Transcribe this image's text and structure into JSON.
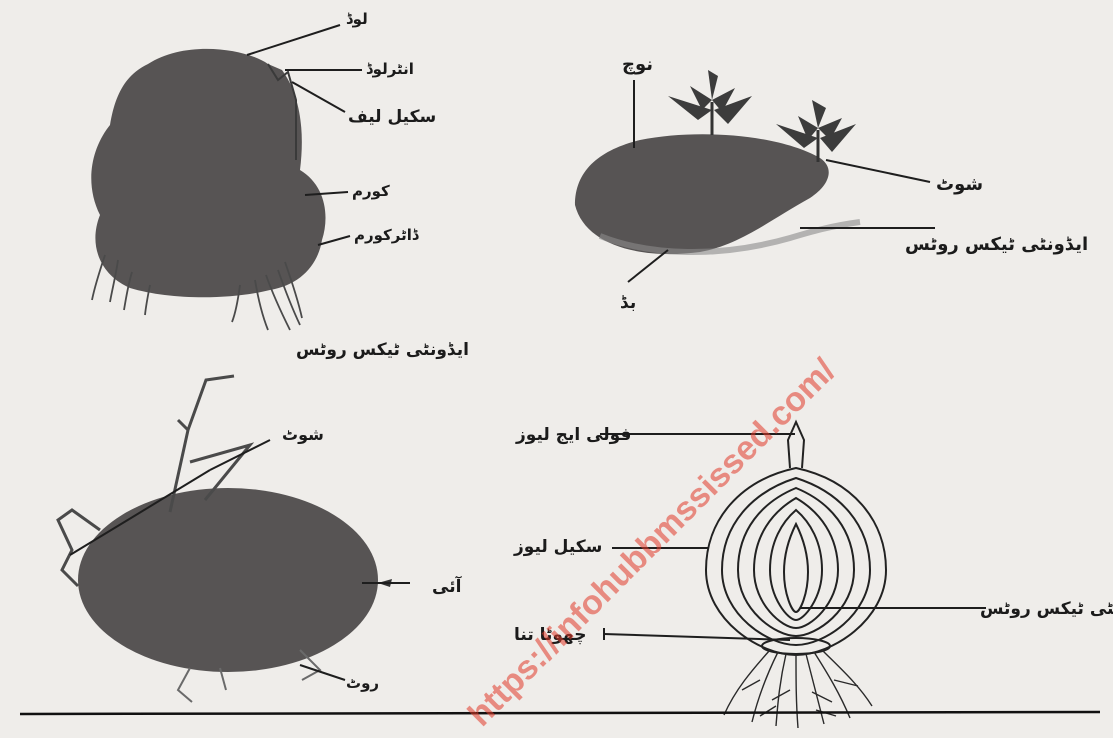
{
  "diagram_corm": {
    "labels": {
      "top": "لوڈ",
      "inner": "انٹرلوڈ",
      "scale_leaf": "سکیل لیف",
      "corm": "کورم",
      "daughter_corm": "ڈاٹرکورم",
      "roots": "ایڈونٹی ٹیکس روٹس"
    }
  },
  "diagram_sweet_potato": {
    "labels": {
      "tuber": "نوچ",
      "shoot": "شوٹ",
      "roots": "ایڈونٹی ٹیکس روٹس",
      "base": "بڈ"
    }
  },
  "diagram_potato": {
    "labels": {
      "shoot": "شوٹ",
      "eye": "آئی",
      "root": "روٹ"
    }
  },
  "diagram_onion": {
    "labels": {
      "foliage": "فولی ایج لیوز",
      "scale_leaves": "سکیل لیوز",
      "roots": "ایڈونٹی ٹیکس روٹس",
      "stem": "چھوٹا تنا"
    }
  },
  "watermark": "https://infohubbmssissed.com/",
  "colors": {
    "tuber_fill": "#575454",
    "ink": "#1e1e1e",
    "watermark": "#e23b2a",
    "paper": "#efedea"
  }
}
